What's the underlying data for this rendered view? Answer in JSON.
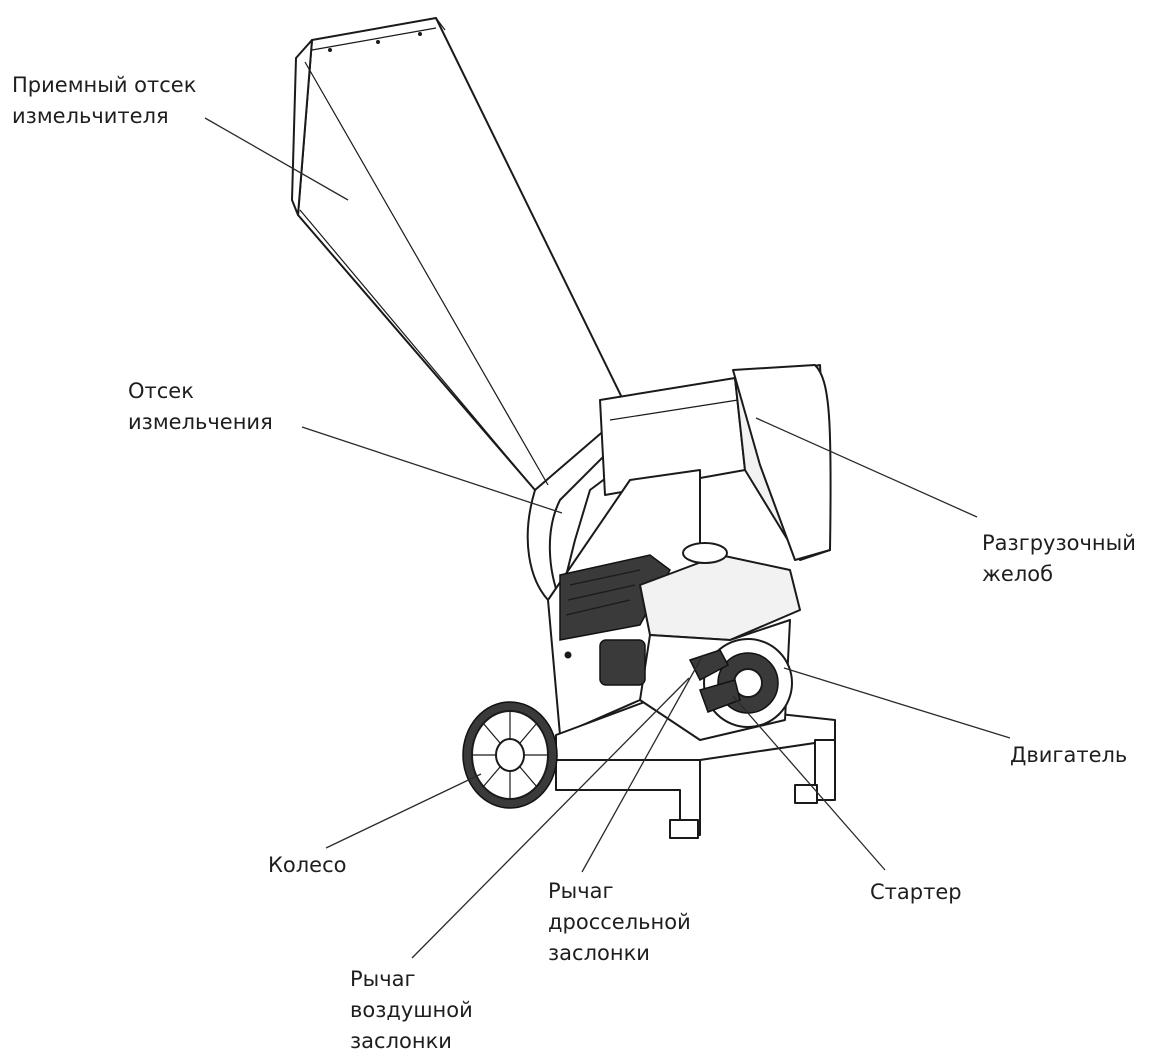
{
  "labels": {
    "hopper": [
      "Приемный отсек",
      "измельчителя"
    ],
    "chamber": [
      "Отсек",
      "измельчения"
    ],
    "chute": [
      "Разгрузочный",
      "желоб"
    ],
    "engine": "Двигатель",
    "wheel": "Колесо",
    "throttle": [
      "Рычаг",
      "дроссельной",
      "заслонки"
    ],
    "starter": "Стартер",
    "choke": [
      "Рычаг",
      "воздушной",
      "заслонки"
    ]
  },
  "colors": {
    "line": "#1a1a1a",
    "text": "#1e1e1e",
    "background": "#ffffff"
  }
}
